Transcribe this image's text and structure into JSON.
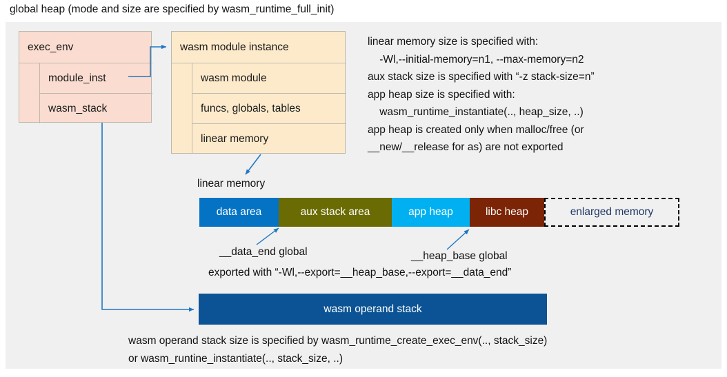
{
  "title": "global heap (mode and size are specified by wasm_runtime_full_init)",
  "colors": {
    "panel_bg": "#f0f0f0",
    "exec_env_fill": "#fbdcd0",
    "module_fill": "#fdeacb",
    "box_border": "#bdb9ad",
    "data_area": "#0573c4",
    "aux_stack_area": "#6b6b04",
    "app_heap": "#00b0f0",
    "libc_heap": "#7b2406",
    "enlarged_memory_text": "#1f3864",
    "operand_stack": "#0b5394",
    "connector": "#1f77c4"
  },
  "exec_env": {
    "header": "exec_env",
    "rows": [
      {
        "label": "module_inst"
      },
      {
        "label": "wasm_stack"
      }
    ]
  },
  "module_instance": {
    "header": "wasm module instance",
    "rows": [
      {
        "label": "wasm module"
      },
      {
        "label": "funcs, globals, tables"
      },
      {
        "label": "linear memory"
      }
    ]
  },
  "right_note": "linear memory size is specified with:\n    -Wl,--initial-memory=n1, --max-memory=n2\naux stack size is specified with “-z stack-size=n”\napp heap size is specified with:\n    wasm_runtime_instantiate(.., heap_size, ..)\napp heap is created only when malloc/free (or\n__new/__release for as) are not exported",
  "linear_memory": {
    "label": "linear memory",
    "segments": [
      {
        "label": "data area",
        "color": "#0573c4",
        "width": 115,
        "dashed": false
      },
      {
        "label": "aux stack area",
        "color": "#6b6b04",
        "width": 164,
        "dashed": false
      },
      {
        "label": "app heap",
        "color": "#00b0f0",
        "width": 113,
        "dashed": false
      },
      {
        "label": "libc heap",
        "color": "#7b2406",
        "width": 108,
        "dashed": false
      },
      {
        "label": "enlarged memory",
        "color": "#f0f0f0",
        "width": 196,
        "dashed": true
      }
    ]
  },
  "annotations": {
    "data_end": "__data_end global",
    "heap_base": "__heap_base global",
    "exported_with": "exported with “-Wl,--export=__heap_base,--export=__data_end”"
  },
  "operand_stack": {
    "label": "wasm operand stack"
  },
  "bottom_note": "wasm operand stack size is specified by wasm_runtime_create_exec_env(.., stack_size)\nor wasm_runtine_instantiate(.., stack_size, ..)"
}
